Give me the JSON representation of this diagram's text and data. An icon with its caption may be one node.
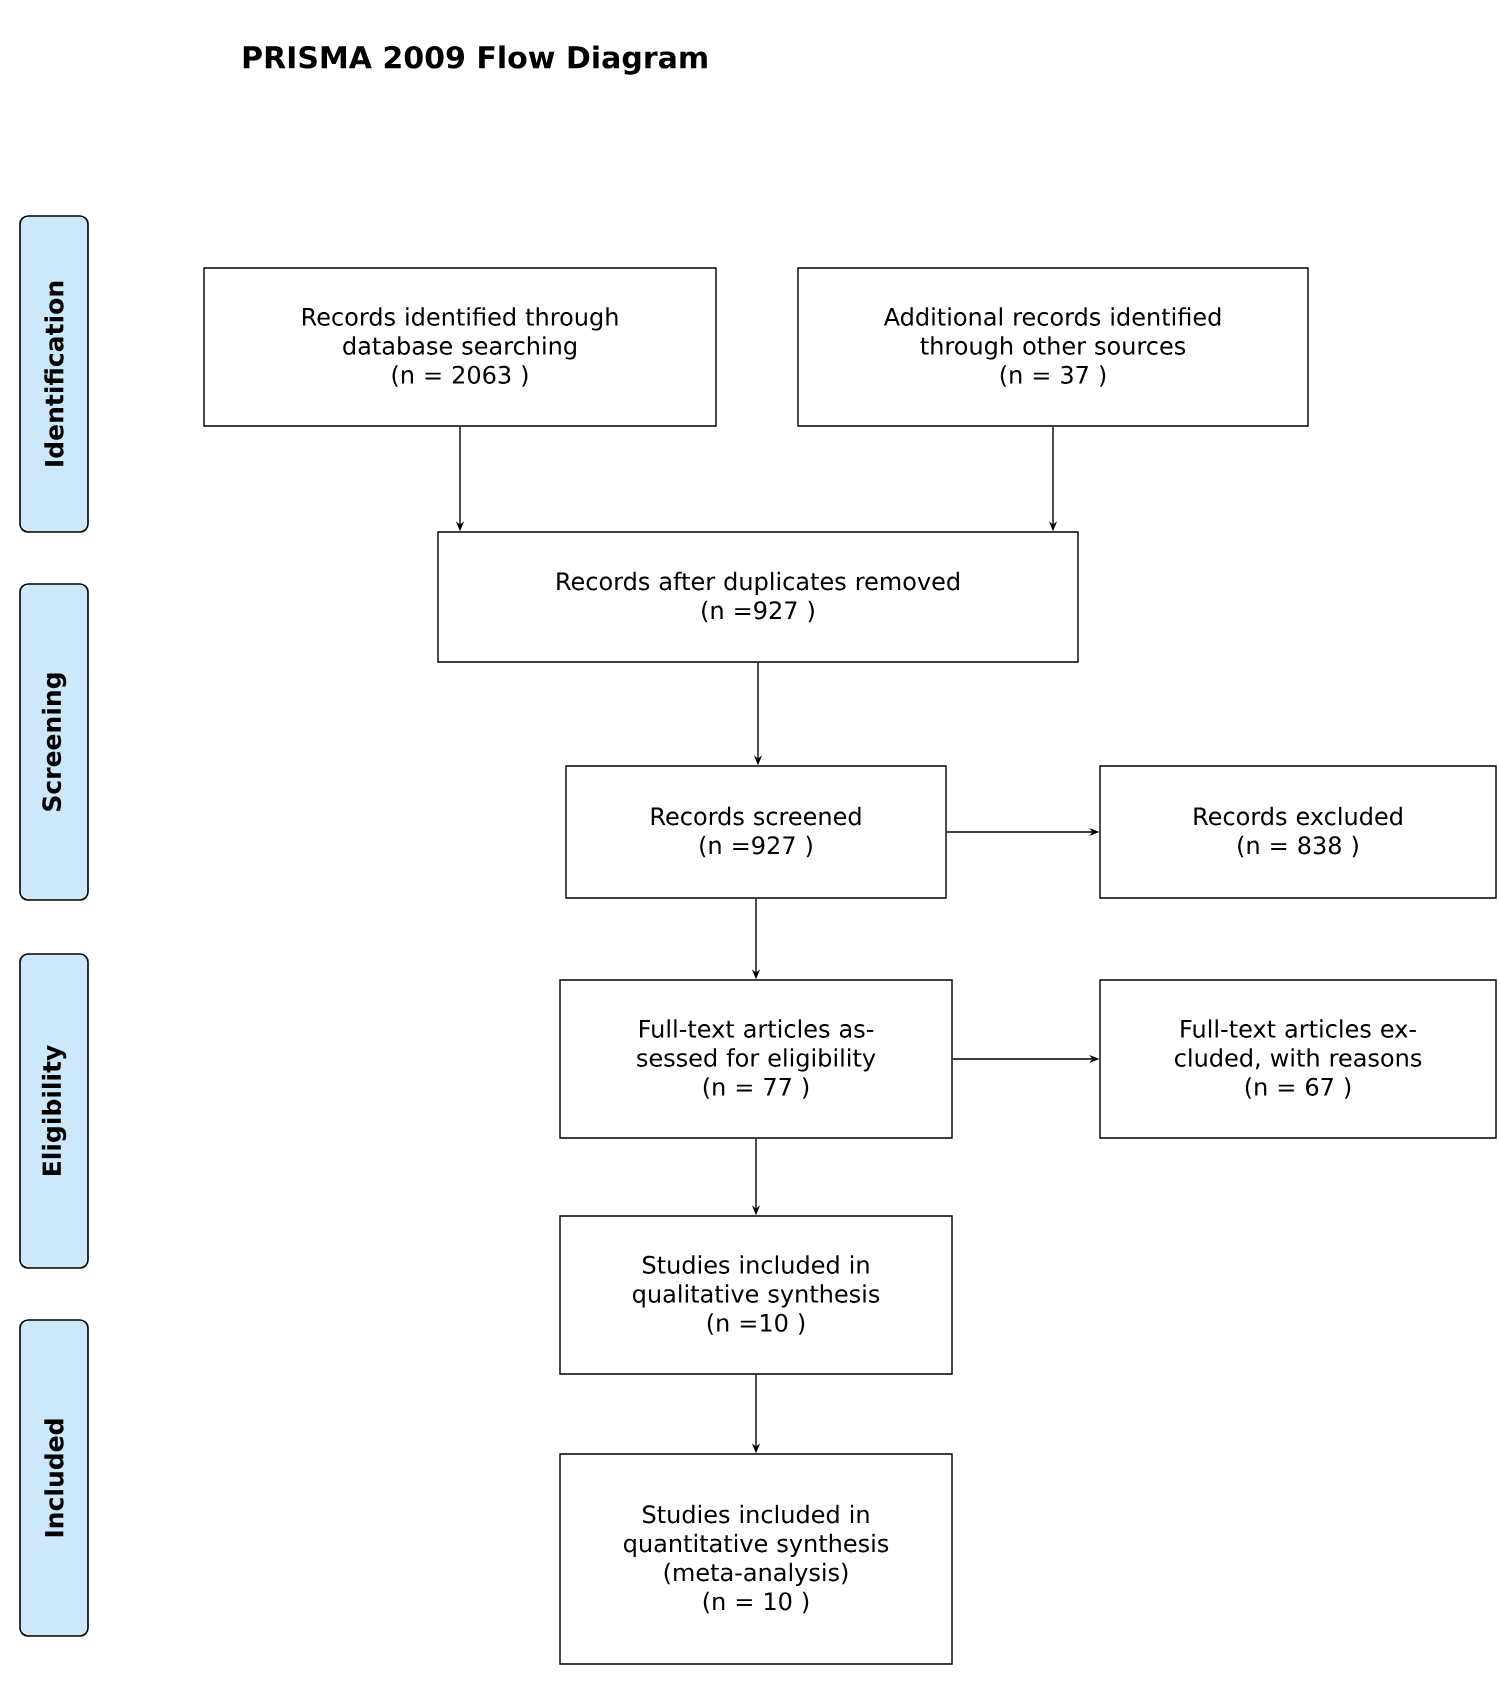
{
  "diagram": {
    "title": "PRISMA 2009 Flow Diagram",
    "nodes": [
      {
        "text": [
          "Identification"
        ]
      },
      {
        "text": [
          "Screening"
        ]
      },
      {
        "text": [
          "Eligibility"
        ]
      },
      {
        "text": [
          "Included"
        ]
      },
      {
        "text": [
          "Records identified through database searching",
          "(n = 2063 )"
        ]
      },
      {
        "text": [
          "Additional records identified through other sources",
          "(n = 37 )"
        ]
      },
      {
        "text": [
          "Records after duplicates removed",
          "(n =927 )"
        ]
      },
      {
        "text": [
          "Records screened",
          "(n =927 )"
        ]
      },
      {
        "text": [
          "Records excluded",
          "(n = 838 )"
        ]
      },
      {
        "text": [
          "Full-text articles as- sessed for eligibility",
          "(n = 77 )"
        ]
      },
      {
        "text": [
          "Full-text articles ex- cluded, with reasons",
          "(n = 67 )"
        ]
      },
      {
        "text": [
          "Studies included in qualitative synthesis",
          "(n =10 )"
        ]
      },
      {
        "text": [
          "Studies included in quantitative synthesis (meta-analysis)",
          "(n = 10 )"
        ]
      }
    ],
    "edges": [
      {
        "from": 4,
        "to": 6,
        "arrow": "to"
      },
      {
        "from": 5,
        "to": 6,
        "arrow": "to"
      },
      {
        "from": 6,
        "to": 7,
        "arrow": "to"
      },
      {
        "from": 7,
        "to": 8,
        "arrow": "to"
      },
      {
        "from": 7,
        "to": 9,
        "arrow": "to"
      },
      {
        "from": 9,
        "to": 10,
        "arrow": "to"
      },
      {
        "from": 9,
        "to": 11,
        "arrow": "to"
      },
      {
        "from": 11,
        "to": 12,
        "arrow": "to"
      }
    ]
  }
}
